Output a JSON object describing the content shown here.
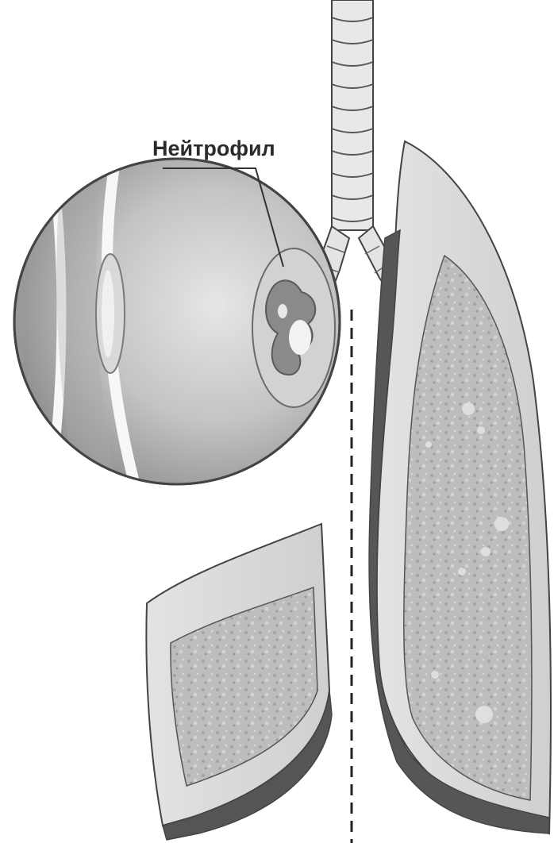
{
  "illustration": {
    "callout_label": "Нейтрофил",
    "colors": {
      "background": "#ffffff",
      "lung_light": "#d8d8d8",
      "lung_dark": "#555555",
      "lung_tissue": "#b9b9b9",
      "magnifier_fill": "#b0b0b0",
      "outline": "#444444",
      "label": "#2b2b2b"
    },
    "icons": [
      "trachea",
      "bronchi",
      "left-lung",
      "right-lung",
      "magnifier-circle",
      "neutrophil-cell",
      "midline-dashes"
    ]
  }
}
